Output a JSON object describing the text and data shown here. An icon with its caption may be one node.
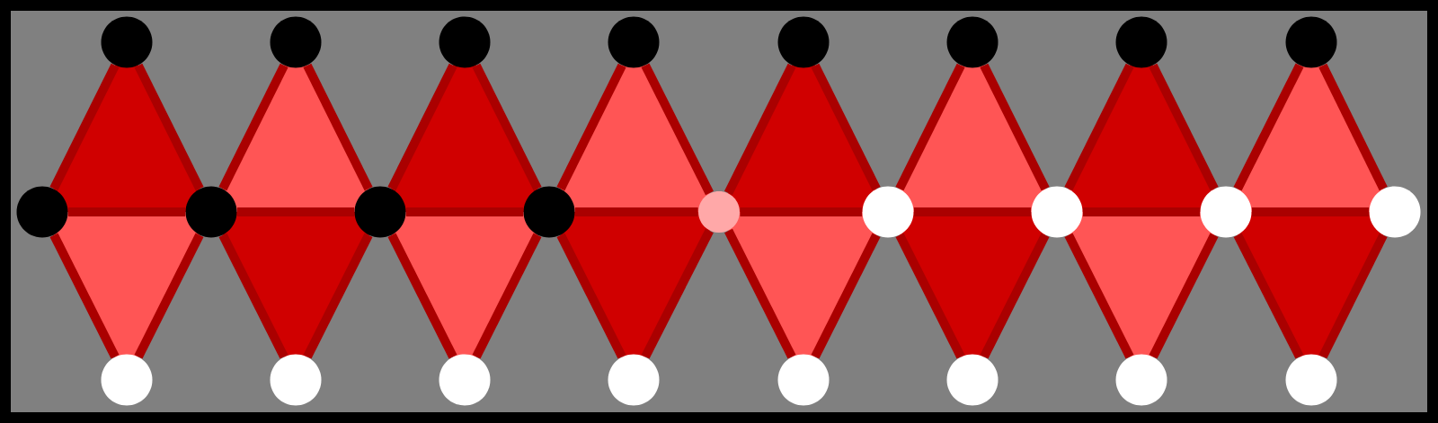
{
  "diagram": {
    "nodes": [
      {
        "text": [],
        "shape": "circle"
      },
      {
        "text": [],
        "shape": "circle"
      },
      {
        "text": [],
        "shape": "circle"
      },
      {
        "text": [],
        "shape": "circle"
      },
      {
        "text": [],
        "shape": "circle"
      },
      {
        "text": [],
        "shape": "circle"
      },
      {
        "text": [],
        "shape": "circle"
      },
      {
        "text": [],
        "shape": "circle"
      },
      {
        "text": [],
        "shape": "circle"
      },
      {
        "text": [],
        "shape": "circle"
      },
      {
        "text": [],
        "shape": "circle"
      },
      {
        "text": [],
        "shape": "circle"
      },
      {
        "text": [],
        "shape": "circle"
      },
      {
        "text": [],
        "shape": "circle"
      },
      {
        "text": [],
        "shape": "circle"
      },
      {
        "text": [],
        "shape": "circle"
      },
      {
        "text": [],
        "shape": "circle"
      },
      {
        "text": [],
        "shape": "circle"
      },
      {
        "text": [],
        "shape": "circle"
      },
      {
        "text": [],
        "shape": "circle"
      },
      {
        "text": [],
        "shape": "circle"
      },
      {
        "text": [],
        "shape": "circle"
      },
      {
        "text": [],
        "shape": "circle"
      },
      {
        "text": [],
        "shape": "circle"
      },
      {
        "text": [],
        "shape": "circle"
      }
    ],
    "edges": [
      {
        "from": 0,
        "to": 8,
        "arrow": "none"
      },
      {
        "from": 0,
        "to": 9,
        "arrow": "none"
      },
      {
        "from": 8,
        "to": 9,
        "arrow": "none"
      },
      {
        "from": 17,
        "to": 8,
        "arrow": "none"
      },
      {
        "from": 17,
        "to": 9,
        "arrow": "none"
      },
      {
        "from": 1,
        "to": 9,
        "arrow": "none"
      },
      {
        "from": 1,
        "to": 10,
        "arrow": "none"
      },
      {
        "from": 9,
        "to": 10,
        "arrow": "none"
      },
      {
        "from": 18,
        "to": 9,
        "arrow": "none"
      },
      {
        "from": 18,
        "to": 10,
        "arrow": "none"
      },
      {
        "from": 2,
        "to": 10,
        "arrow": "none"
      },
      {
        "from": 2,
        "to": 11,
        "arrow": "none"
      },
      {
        "from": 10,
        "to": 11,
        "arrow": "none"
      },
      {
        "from": 19,
        "to": 10,
        "arrow": "none"
      },
      {
        "from": 19,
        "to": 11,
        "arrow": "none"
      },
      {
        "from": 3,
        "to": 11,
        "arrow": "none"
      },
      {
        "from": 3,
        "to": 12,
        "arrow": "none"
      },
      {
        "from": 11,
        "to": 12,
        "arrow": "none"
      },
      {
        "from": 20,
        "to": 11,
        "arrow": "none"
      },
      {
        "from": 20,
        "to": 12,
        "arrow": "none"
      },
      {
        "from": 4,
        "to": 12,
        "arrow": "none"
      },
      {
        "from": 4,
        "to": 13,
        "arrow": "none"
      },
      {
        "from": 12,
        "to": 13,
        "arrow": "none"
      },
      {
        "from": 21,
        "to": 12,
        "arrow": "none"
      },
      {
        "from": 21,
        "to": 13,
        "arrow": "none"
      },
      {
        "from": 5,
        "to": 13,
        "arrow": "none"
      },
      {
        "from": 5,
        "to": 14,
        "arrow": "none"
      },
      {
        "from": 13,
        "to": 14,
        "arrow": "none"
      },
      {
        "from": 22,
        "to": 13,
        "arrow": "none"
      },
      {
        "from": 22,
        "to": 14,
        "arrow": "none"
      },
      {
        "from": 6,
        "to": 14,
        "arrow": "none"
      },
      {
        "from": 6,
        "to": 15,
        "arrow": "none"
      },
      {
        "from": 14,
        "to": 15,
        "arrow": "none"
      },
      {
        "from": 23,
        "to": 14,
        "arrow": "none"
      },
      {
        "from": 23,
        "to": 15,
        "arrow": "none"
      },
      {
        "from": 7,
        "to": 15,
        "arrow": "none"
      },
      {
        "from": 7,
        "to": 16,
        "arrow": "none"
      },
      {
        "from": 15,
        "to": 16,
        "arrow": "none"
      },
      {
        "from": 24,
        "to": 15,
        "arrow": "none"
      },
      {
        "from": 24,
        "to": 16,
        "arrow": "none"
      }
    ]
  }
}
